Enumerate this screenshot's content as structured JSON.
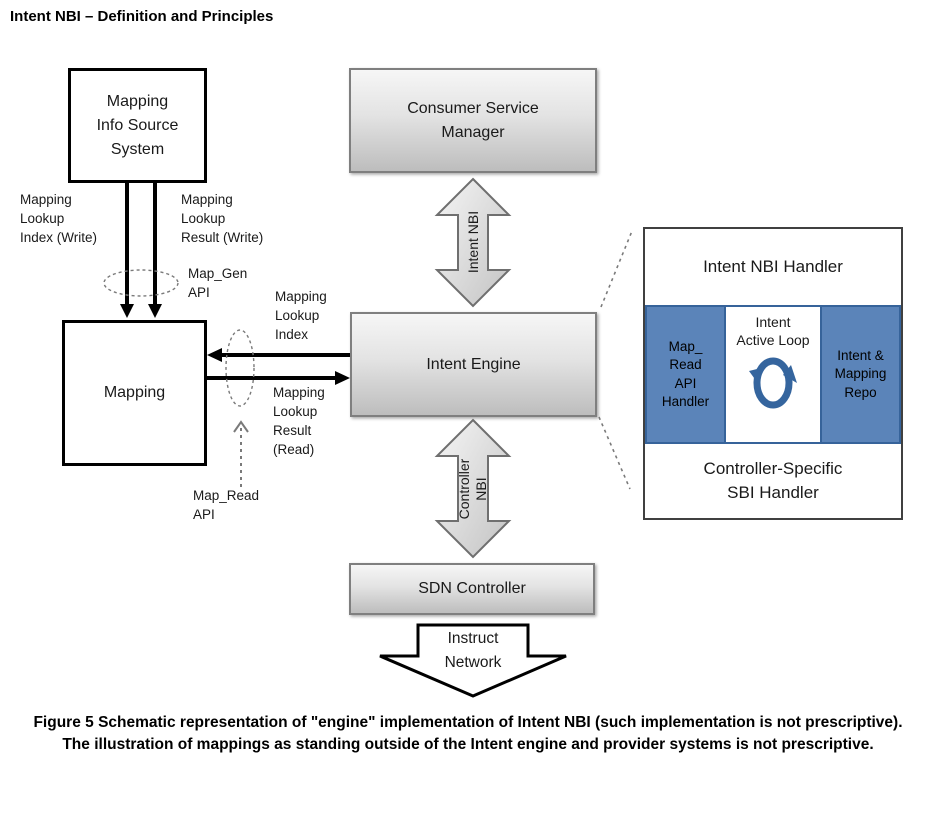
{
  "page_title": "Intent NBI – Definition and Principles",
  "boxes": {
    "mapping_info_source": "Mapping\nInfo Source\nSystem",
    "consumer_service_manager": "Consumer Service\nManager",
    "mapping": "Mapping",
    "intent_engine": "Intent Engine",
    "sdn_controller": "SDN Controller"
  },
  "edge_labels": {
    "mapping_lookup_index_write": "Mapping\nLookup\nIndex (Write)",
    "mapping_lookup_result_write": "Mapping\nLookup\nResult (Write)",
    "map_gen_api": "Map_Gen\nAPI",
    "mapping_lookup_index": "Mapping\nLookup\nIndex",
    "mapping_lookup_result_read": "Mapping\nLookup\nResult\n(Read)",
    "map_read_api": "Map_Read\nAPI",
    "intent_nbi": "Intent NBI",
    "controller_nbi": "Controller\nNBI",
    "instruct_network": "Instruct\nNetwork"
  },
  "handler_panel": {
    "intent_nbi_handler": "Intent NBI Handler",
    "map_read_api_handler": "Map_\nRead\nAPI\nHandler",
    "intent_active_loop": "Intent\nActive Loop",
    "intent_mapping_repo": "Intent &\nMapping\nRepo",
    "controller_specific_sbi_handler": "Controller-Specific\nSBI Handler"
  },
  "icons": {
    "active_loop_icon": "circular-loop-arrows"
  },
  "colors": {
    "blue_fill": "#5b84b9",
    "blue_border": "#36639a",
    "loop_blue": "#35659e",
    "gray_box_border": "#7f7f7f",
    "dashed_gray": "#7a7a7a"
  },
  "caption": "Figure 5  Schematic representation of \"engine\" implementation of Intent NBI (such implementation is not prescriptive).  The illustration of mappings as standing outside of the Intent engine and provider systems is not prescriptive."
}
